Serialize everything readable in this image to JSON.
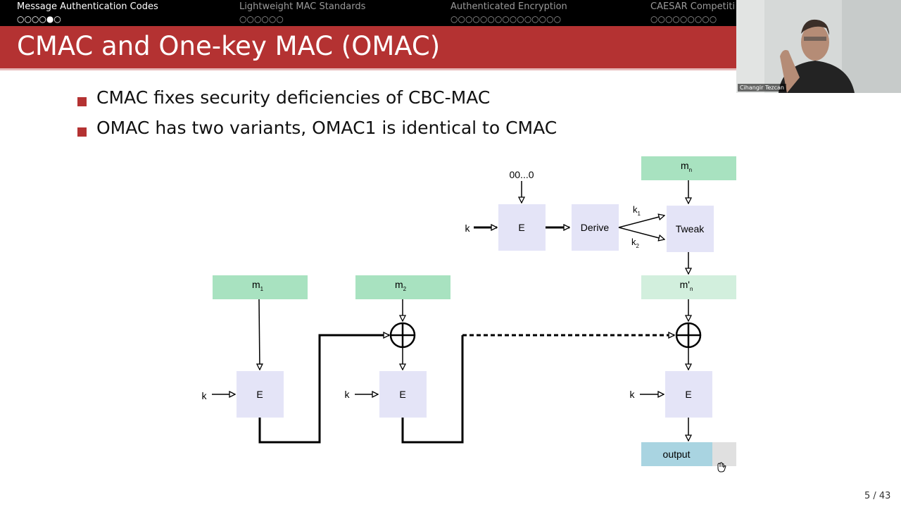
{
  "nav": {
    "sections": [
      {
        "label": "Message Authentication Codes",
        "dots": "○○○○●○",
        "active": true
      },
      {
        "label": "Lightweight MAC Standards",
        "dots": "○○○○○○",
        "active": false
      },
      {
        "label": "Authenticated Encryption",
        "dots": "○○○○○○○○○○○○○○○",
        "active": false
      },
      {
        "label": "CAESAR Competiti",
        "dots": "○○○○○○○○○",
        "active": false
      }
    ]
  },
  "slide": {
    "title": "CMAC and One-key MAC (OMAC)",
    "bullets": [
      "CMAC fixes security deficiencies of CBC-MAC",
      "OMAC has two variants, OMAC1 is identical to CMAC"
    ],
    "page": "5 / 43"
  },
  "webcam": {
    "name": "Cihangir Tezcan"
  },
  "diagram": {
    "zero_input": "00...0",
    "key": "k",
    "encrypt": "E",
    "derive": "Derive",
    "tweak": "Tweak",
    "k1": "k",
    "k1_sub": "1",
    "k2": "k",
    "k2_sub": "2",
    "m1": "m",
    "m1_sub": "1",
    "m2": "m",
    "m2_sub": "2",
    "mn": "m",
    "mn_sub": "n",
    "mn_prime": "m'",
    "mn_prime_sub": "n",
    "output": "output"
  },
  "colors": {
    "accent": "#b43232",
    "block_e": "#e4e4f7",
    "message": "#a8e2c0",
    "message_light": "#d2efdd",
    "output": "#a9d4e1"
  }
}
